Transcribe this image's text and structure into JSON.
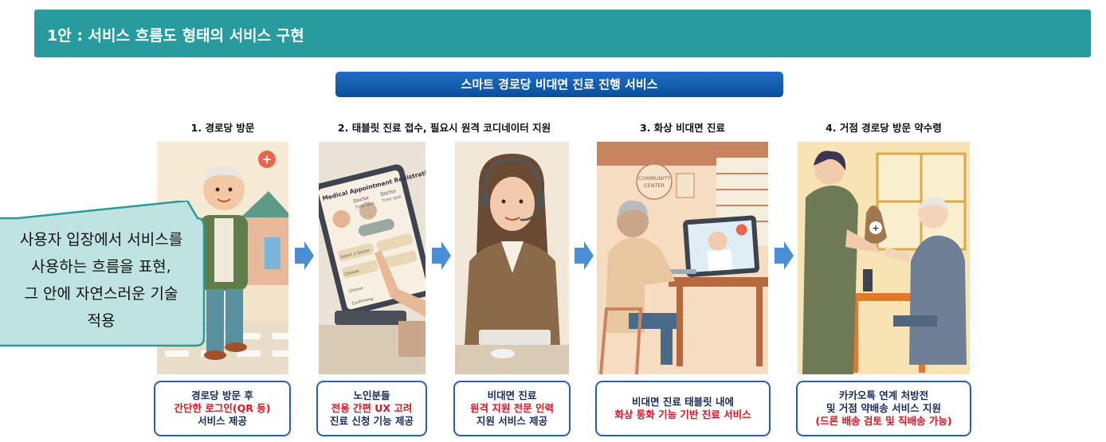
{
  "header": {
    "title": "1안 : 서비스 흐름도 형태의 서비스 구현"
  },
  "banner": {
    "label": "스마트 경로당 비대면 진료 진행 서비스"
  },
  "steps": [
    {
      "title": "1. 경로당 방문"
    },
    {
      "title": "2. 태블릿 진료 접수, 필요시 원격 코디네이터 지원"
    },
    {
      "title": "3. 화상 비대면 진료"
    },
    {
      "title": "4. 거점 경로당 방문 약수령"
    }
  ],
  "image_text": {
    "tablet_heading": "Medical Appointment Registration",
    "doctor_a": "Doctor",
    "doctor_b": "Doctor",
    "time_a": "Time spot",
    "time_b": "Time spot",
    "menu_1": "Select a Doctor",
    "menu_2": "Choose",
    "menu_3": "Choose",
    "menu_4": "Confirming",
    "sign_line1": "COMMUNITY",
    "sign_line2": "CENTER"
  },
  "captions": [
    {
      "l1": "경로당 방문 후",
      "l2": "간단한 로그인(QR 등)",
      "l3": "서비스 제공"
    },
    {
      "l1": "노인분들",
      "l2": "전용 간편 UX 고려",
      "l3": "진료 신청 기능 제공"
    },
    {
      "l1": "비대면 진료",
      "l2": "원격 지원 전문 인력",
      "l3": "지원 서비스 제공"
    },
    {
      "l1": "비대면 진료 태블릿 내에",
      "l2": "화상 통화 기능 기반 진료 서비스"
    },
    {
      "l1": "카카오톡 연계 처방전",
      "l2": "및 거점 약배송 서비스 지원",
      "l3": "(드론 배송 검토 및 직배송 가능)"
    }
  ],
  "callout": {
    "line1": "사용자 입장에서 서비스를",
    "line2": "사용하는 흐름을 표현,",
    "line3": "그 안에 자연스러운 기술",
    "line4": "적용"
  },
  "colors": {
    "header": "#279b9d",
    "banner": "#0a4f9c",
    "caption_border": "#2b5faa",
    "highlight": "#e0121e",
    "callout_fill": "#bfe3e0",
    "arrow": "#4a8fd6"
  }
}
